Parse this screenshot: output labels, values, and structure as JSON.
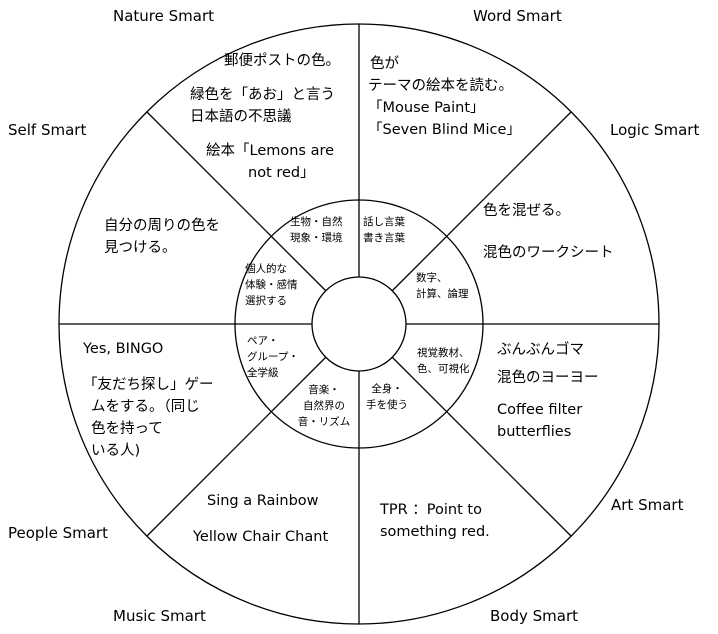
{
  "intelligences": {
    "nature": "Nature Smart",
    "word": "Word Smart",
    "self": "Self Smart",
    "logic": "Logic Smart",
    "people": "People Smart",
    "art": "Art Smart",
    "music": "Music Smart",
    "body": "Body Smart"
  },
  "activities": {
    "nature": [
      "郵便ポストの色。",
      "緑色を「あお」と言う",
      "日本語の不思議",
      "絵本「Lemons are",
      "not red」"
    ],
    "word": [
      "色が",
      "テーマの絵本を読む。",
      "「Mouse Paint」",
      "「Seven Blind Mice」"
    ],
    "self": [
      "自分の周りの色を",
      "見つける。"
    ],
    "logic": [
      "色を混ぜる。",
      "混色のワークシート"
    ],
    "people": [
      "Yes, BINGO",
      "「友だち探し」ゲー",
      "ムをする。（同じ",
      "色を持って",
      "いる人)"
    ],
    "art": [
      "ぶんぶんゴマ",
      "混色のヨーヨー",
      "Coffee filter",
      "butterflies"
    ],
    "music": [
      "Sing a Rainbow",
      "Yellow Chair Chant"
    ],
    "body": [
      "TPR ：Point to",
      "something red."
    ]
  },
  "inner_ring": {
    "nature": [
      "生物・自然",
      "現象・環境"
    ],
    "word": [
      "話し言葉",
      "書き言葉"
    ],
    "logic": [
      "数字、",
      "計算、論理"
    ],
    "self": [
      "個人的な",
      "体験・感情",
      "選択する"
    ],
    "art": [
      "視覚教材、",
      "色、可視化"
    ],
    "people": [
      "ペア・",
      "グループ・",
      "全学級"
    ],
    "music": [
      "音楽・",
      "自然界の",
      "音・リズム"
    ],
    "body": [
      "全身・",
      "手を使う"
    ]
  }
}
